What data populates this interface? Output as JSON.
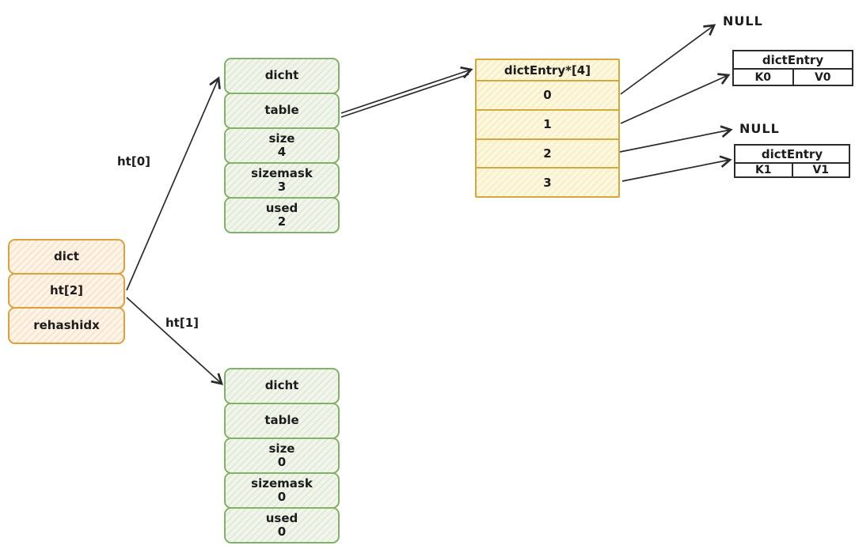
{
  "colors": {
    "orange_border": "#d9a23c",
    "orange_fill": "#fdf3e6",
    "orange_hatch": "#f6e2c6",
    "green_border": "#84b168",
    "green_fill": "#f1f5ec",
    "green_hatch": "#dfead5",
    "yellow_border": "#d5a83b",
    "yellow_fill": "#fdf7dd",
    "yellow_hatch": "#f6ecc1",
    "line": "#2b2b2b"
  },
  "dict_box": {
    "rows": [
      "dict",
      "ht[2]",
      "rehashidx"
    ]
  },
  "edge_labels": {
    "ht0": "ht[0]",
    "ht1": "ht[1]"
  },
  "hash_table_0": {
    "fields": [
      {
        "label": "dicht"
      },
      {
        "label": "table"
      },
      {
        "label": "size",
        "value": "4"
      },
      {
        "label": "sizemask",
        "value": "3"
      },
      {
        "label": "used",
        "value": "2"
      }
    ]
  },
  "hash_table_1": {
    "fields": [
      {
        "label": "dicht"
      },
      {
        "label": "table"
      },
      {
        "label": "size",
        "value": "0"
      },
      {
        "label": "sizemask",
        "value": "0"
      },
      {
        "label": "used",
        "value": "0"
      }
    ]
  },
  "bucket_array": {
    "header": "dictEntry*[4]",
    "slots": [
      "0",
      "1",
      "2",
      "3"
    ]
  },
  "null_labels": {
    "top": "NULL",
    "bottom": "NULL"
  },
  "entries": [
    {
      "header": "dictEntry",
      "key": "K0",
      "value": "V0"
    },
    {
      "header": "dictEntry",
      "key": "K1",
      "value": "V1"
    }
  ]
}
